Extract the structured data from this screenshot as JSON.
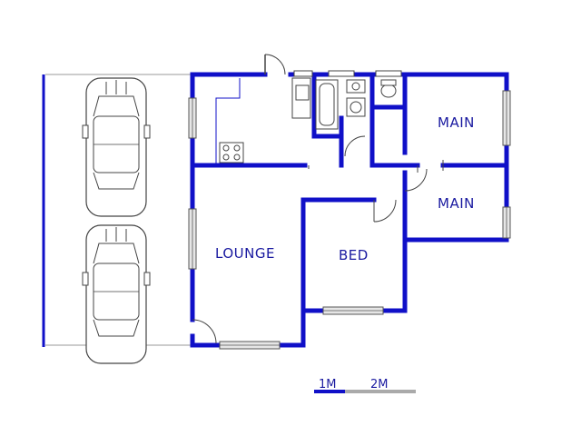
{
  "rooms": {
    "main_1": "MAIN",
    "main_2": "MAIN",
    "lounge": "LOUNGE",
    "bed": "BED"
  },
  "scale": {
    "label_1": "1M",
    "label_2": "2M",
    "color_1": "#1010c8",
    "color_2": "#aaaaaa"
  },
  "colors": {
    "wall": "#1010c8",
    "fixture": "#444444",
    "window": "#e6e6e6"
  }
}
